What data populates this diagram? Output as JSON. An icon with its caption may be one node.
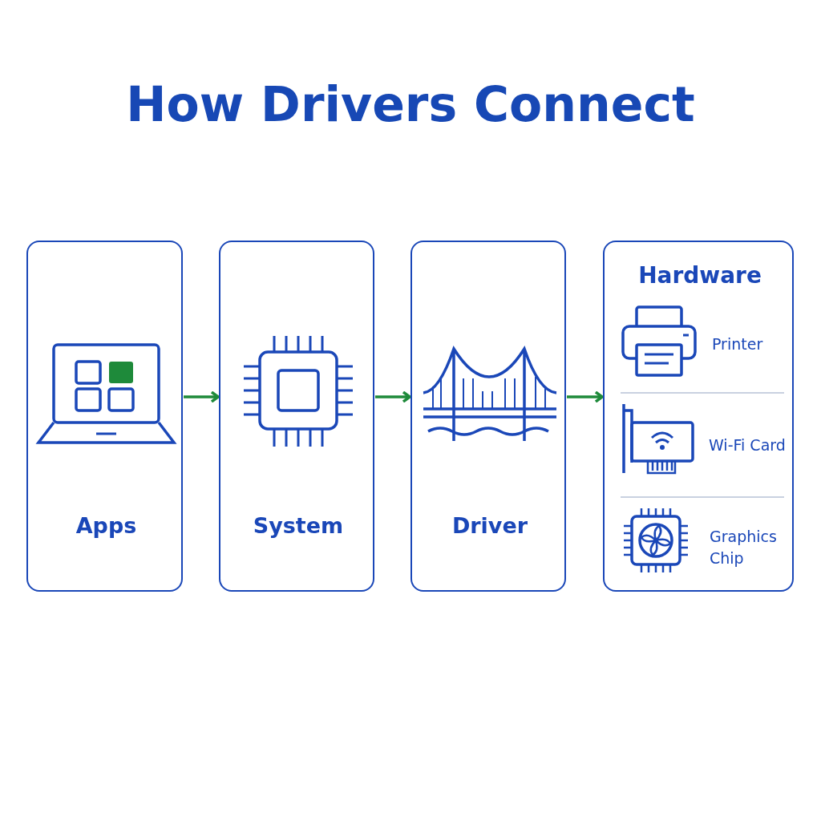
{
  "diagram": {
    "title": "How Drivers Connect",
    "nodes": [
      {
        "text": [
          "Apps"
        ]
      },
      {
        "text": [
          "System"
        ]
      },
      {
        "text": [
          "Driver"
        ]
      },
      {
        "text": [
          "Hardware"
        ]
      },
      {
        "text": [
          "Printer"
        ],
        "in": 3
      },
      {
        "text": [
          "Wi-Fi Card"
        ],
        "in": 3
      },
      {
        "text": [
          "Graphics Chip"
        ],
        "in": 3
      }
    ],
    "edges": [
      {
        "from": 0,
        "to": 1,
        "arrow": "to"
      },
      {
        "from": 1,
        "to": 2,
        "arrow": "to"
      },
      {
        "from": 2,
        "to": 3,
        "arrow": "to"
      }
    ]
  }
}
